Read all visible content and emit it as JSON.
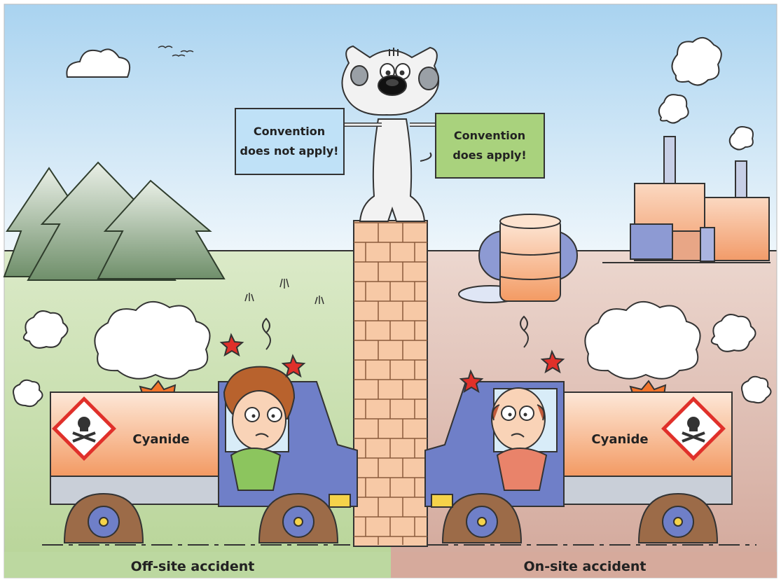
{
  "signs": {
    "left": {
      "line1": "Convention",
      "line2": "does not apply!"
    },
    "right": {
      "line1": "Convention",
      "line2": "does apply!"
    }
  },
  "trucks": {
    "left": {
      "cargo": "Cyanide"
    },
    "right": {
      "cargo": "Cyanide"
    }
  },
  "captions": {
    "left": "Off-site accident",
    "right": "On-site accident"
  },
  "colors": {
    "sky": "#cfe6f7",
    "ground_left": "#c9dfb0",
    "ground_right": "#e2c2b6",
    "tanker": "#f6b489",
    "cab": "#6f7fc8",
    "brick": "#f7c9a6",
    "sign_left": "#bfe1f7",
    "sign_right": "#a9d27d",
    "hazard": "#e0302a"
  }
}
